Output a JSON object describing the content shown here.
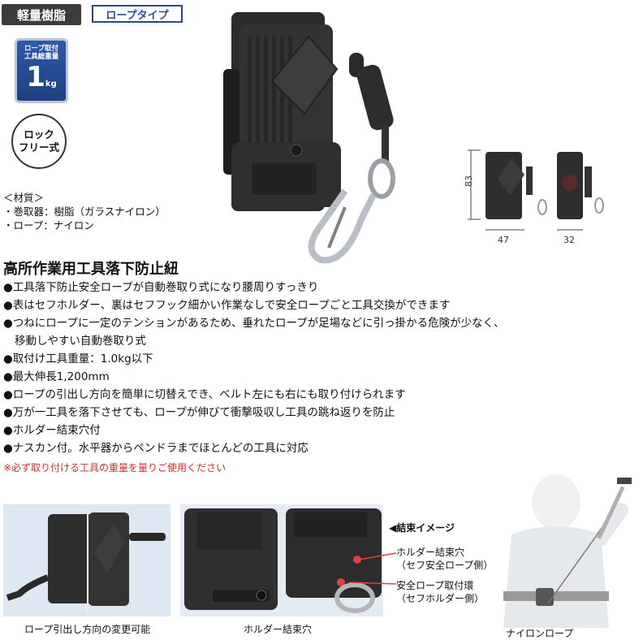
{
  "tags": {
    "material_tag": "軽量樹脂",
    "type_tag": "ロープタイプ"
  },
  "badge": {
    "line1": "ロープ取付",
    "line2": "工具総重量",
    "value": "1",
    "unit": "kg"
  },
  "lock": {
    "line1": "ロック",
    "line2": "フリー式"
  },
  "material": {
    "title": "＜材質＞",
    "items": [
      "・巻取器：樹脂（ガラスナイロン）",
      "・ロープ：ナイロン"
    ]
  },
  "dimensions": {
    "height": "83",
    "width": "47",
    "depth": "32"
  },
  "heading": "高所作業用工具落下防止紐",
  "features": [
    "●工具落下防止安全ロープが自動巻取り式になり腰周りすっきり",
    "●表はセフホルダー、裏はセフフック細かい作業なしで安全ロープごと工具交換ができます",
    "●つねにロープに一定のテンションがあるため、垂れたロープが足場などに引っ掛かる危険が少なく、",
    "移動しやすい自動巻取り式",
    "●取付け工具重量：1.0kg以下",
    "●最大伸長1,200mm",
    "●ロープの引出し方向を簡単に切替えでき、ベルト左にも右にも取り付けられます",
    "●万が一工具を落下させても、ロープが伸びて衝撃吸収し工具の跳ね返りを防止",
    "●ホルダー結束穴付",
    "●ナスカン付。水平器からペンドラまでほとんどの工具に対応"
  ],
  "note": "※必ず取り付ける工具の重量を量りご使用ください",
  "bottom": {
    "caption1": "ロープ引出し方向の変更可能",
    "caption2": "ホルダー結束穴",
    "caption3": "ナイロンロープ",
    "bind_title": "◀結束イメージ",
    "bind_a1": "ホルダー結束穴",
    "bind_a2": "（セフ安全ロープ側）",
    "bind_b1": "安全ロープ取付環",
    "bind_b2": "（セフホルダー側）"
  },
  "colors": {
    "accent_blue": "#2a4a8a",
    "note_red": "#d03030",
    "tag_dark": "#3c3c3c"
  }
}
